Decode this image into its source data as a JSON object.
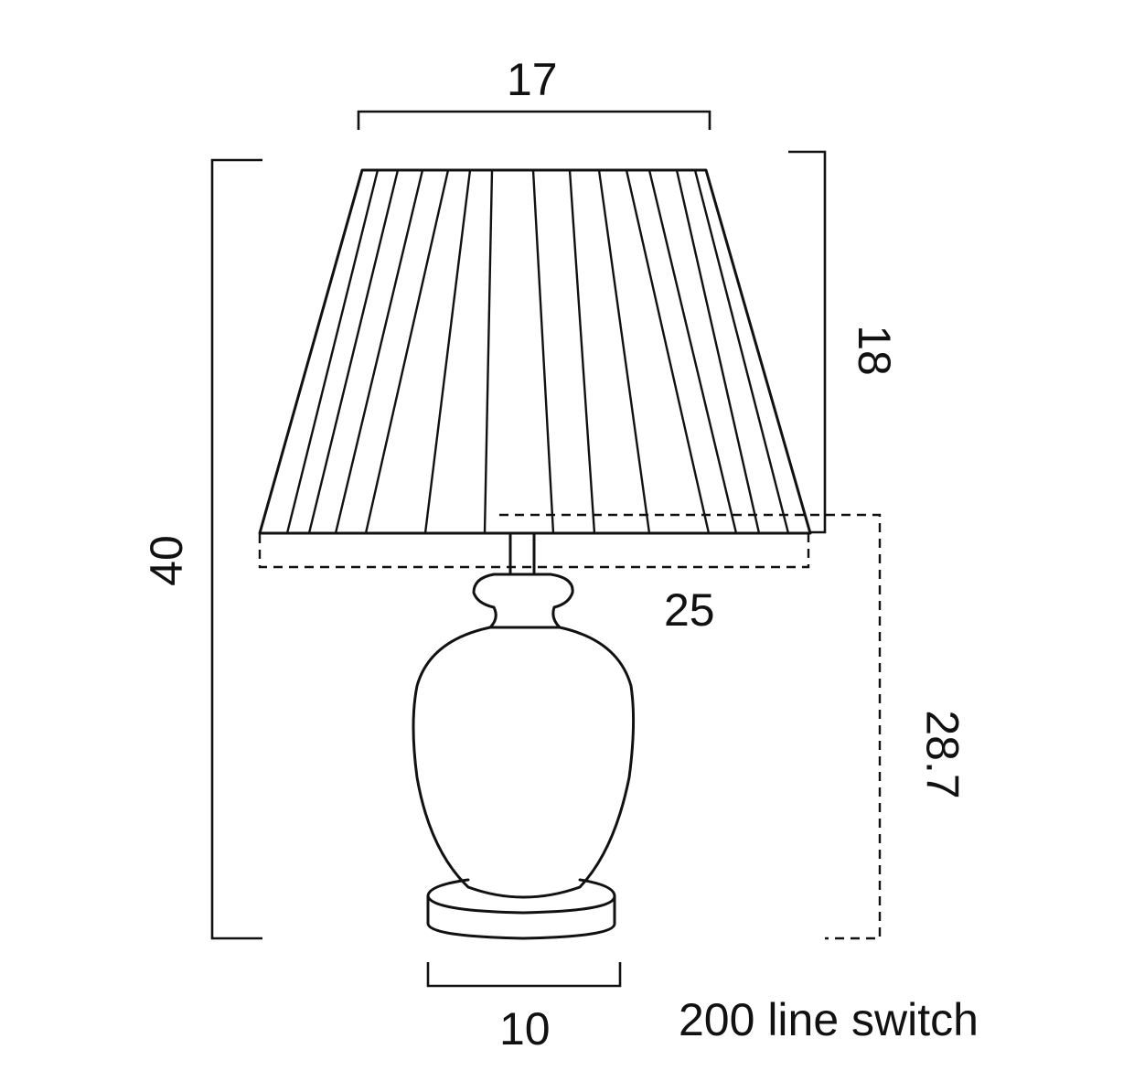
{
  "dimensions": {
    "shade_top_width": "17",
    "shade_height": "18",
    "overall_height": "40",
    "shade_bottom_width": "25",
    "base_height": "28.7",
    "base_width": "10"
  },
  "note": "200 line switch"
}
